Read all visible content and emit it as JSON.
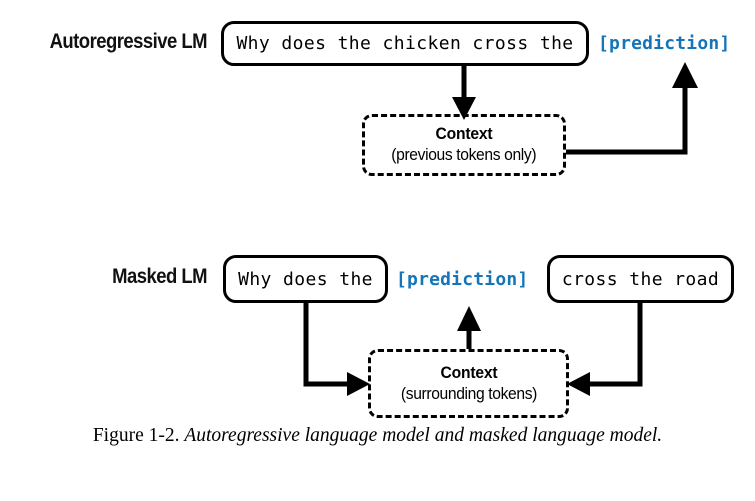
{
  "figure": {
    "caption_number": "Figure 1-2.",
    "caption_text": "Autoregressive language model and masked language model.",
    "accent_color": "#1575b8",
    "line_color": "#000000",
    "background": "#ffffff"
  },
  "rows": {
    "autoregressive": {
      "label": "Autoregressive LM",
      "token_box_text": "Why does the chicken cross the",
      "prediction_text": "[prediction]",
      "context": {
        "title": "Context",
        "subtitle": "(previous tokens only)"
      }
    },
    "masked": {
      "label": "Masked LM",
      "left_box_text": "Why does the",
      "prediction_text": "[prediction]",
      "right_box_text": "cross the road",
      "context": {
        "title": "Context",
        "subtitle": "(surrounding tokens)"
      }
    }
  },
  "connectors": [
    {
      "name": "ar-tokens-to-context",
      "from": "autoregressive-token-box",
      "to": "autoregressive-context",
      "direction": "down"
    },
    {
      "name": "ar-context-to-prediction",
      "from": "autoregressive-context",
      "to": "autoregressive-prediction",
      "direction": "right-up"
    },
    {
      "name": "mlm-left-to-context",
      "from": "masked-left-box",
      "to": "masked-context",
      "direction": "down-right"
    },
    {
      "name": "mlm-right-to-context",
      "from": "masked-right-box",
      "to": "masked-context",
      "direction": "down-left"
    },
    {
      "name": "mlm-context-to-prediction",
      "from": "masked-context",
      "to": "masked-prediction",
      "direction": "up"
    }
  ]
}
